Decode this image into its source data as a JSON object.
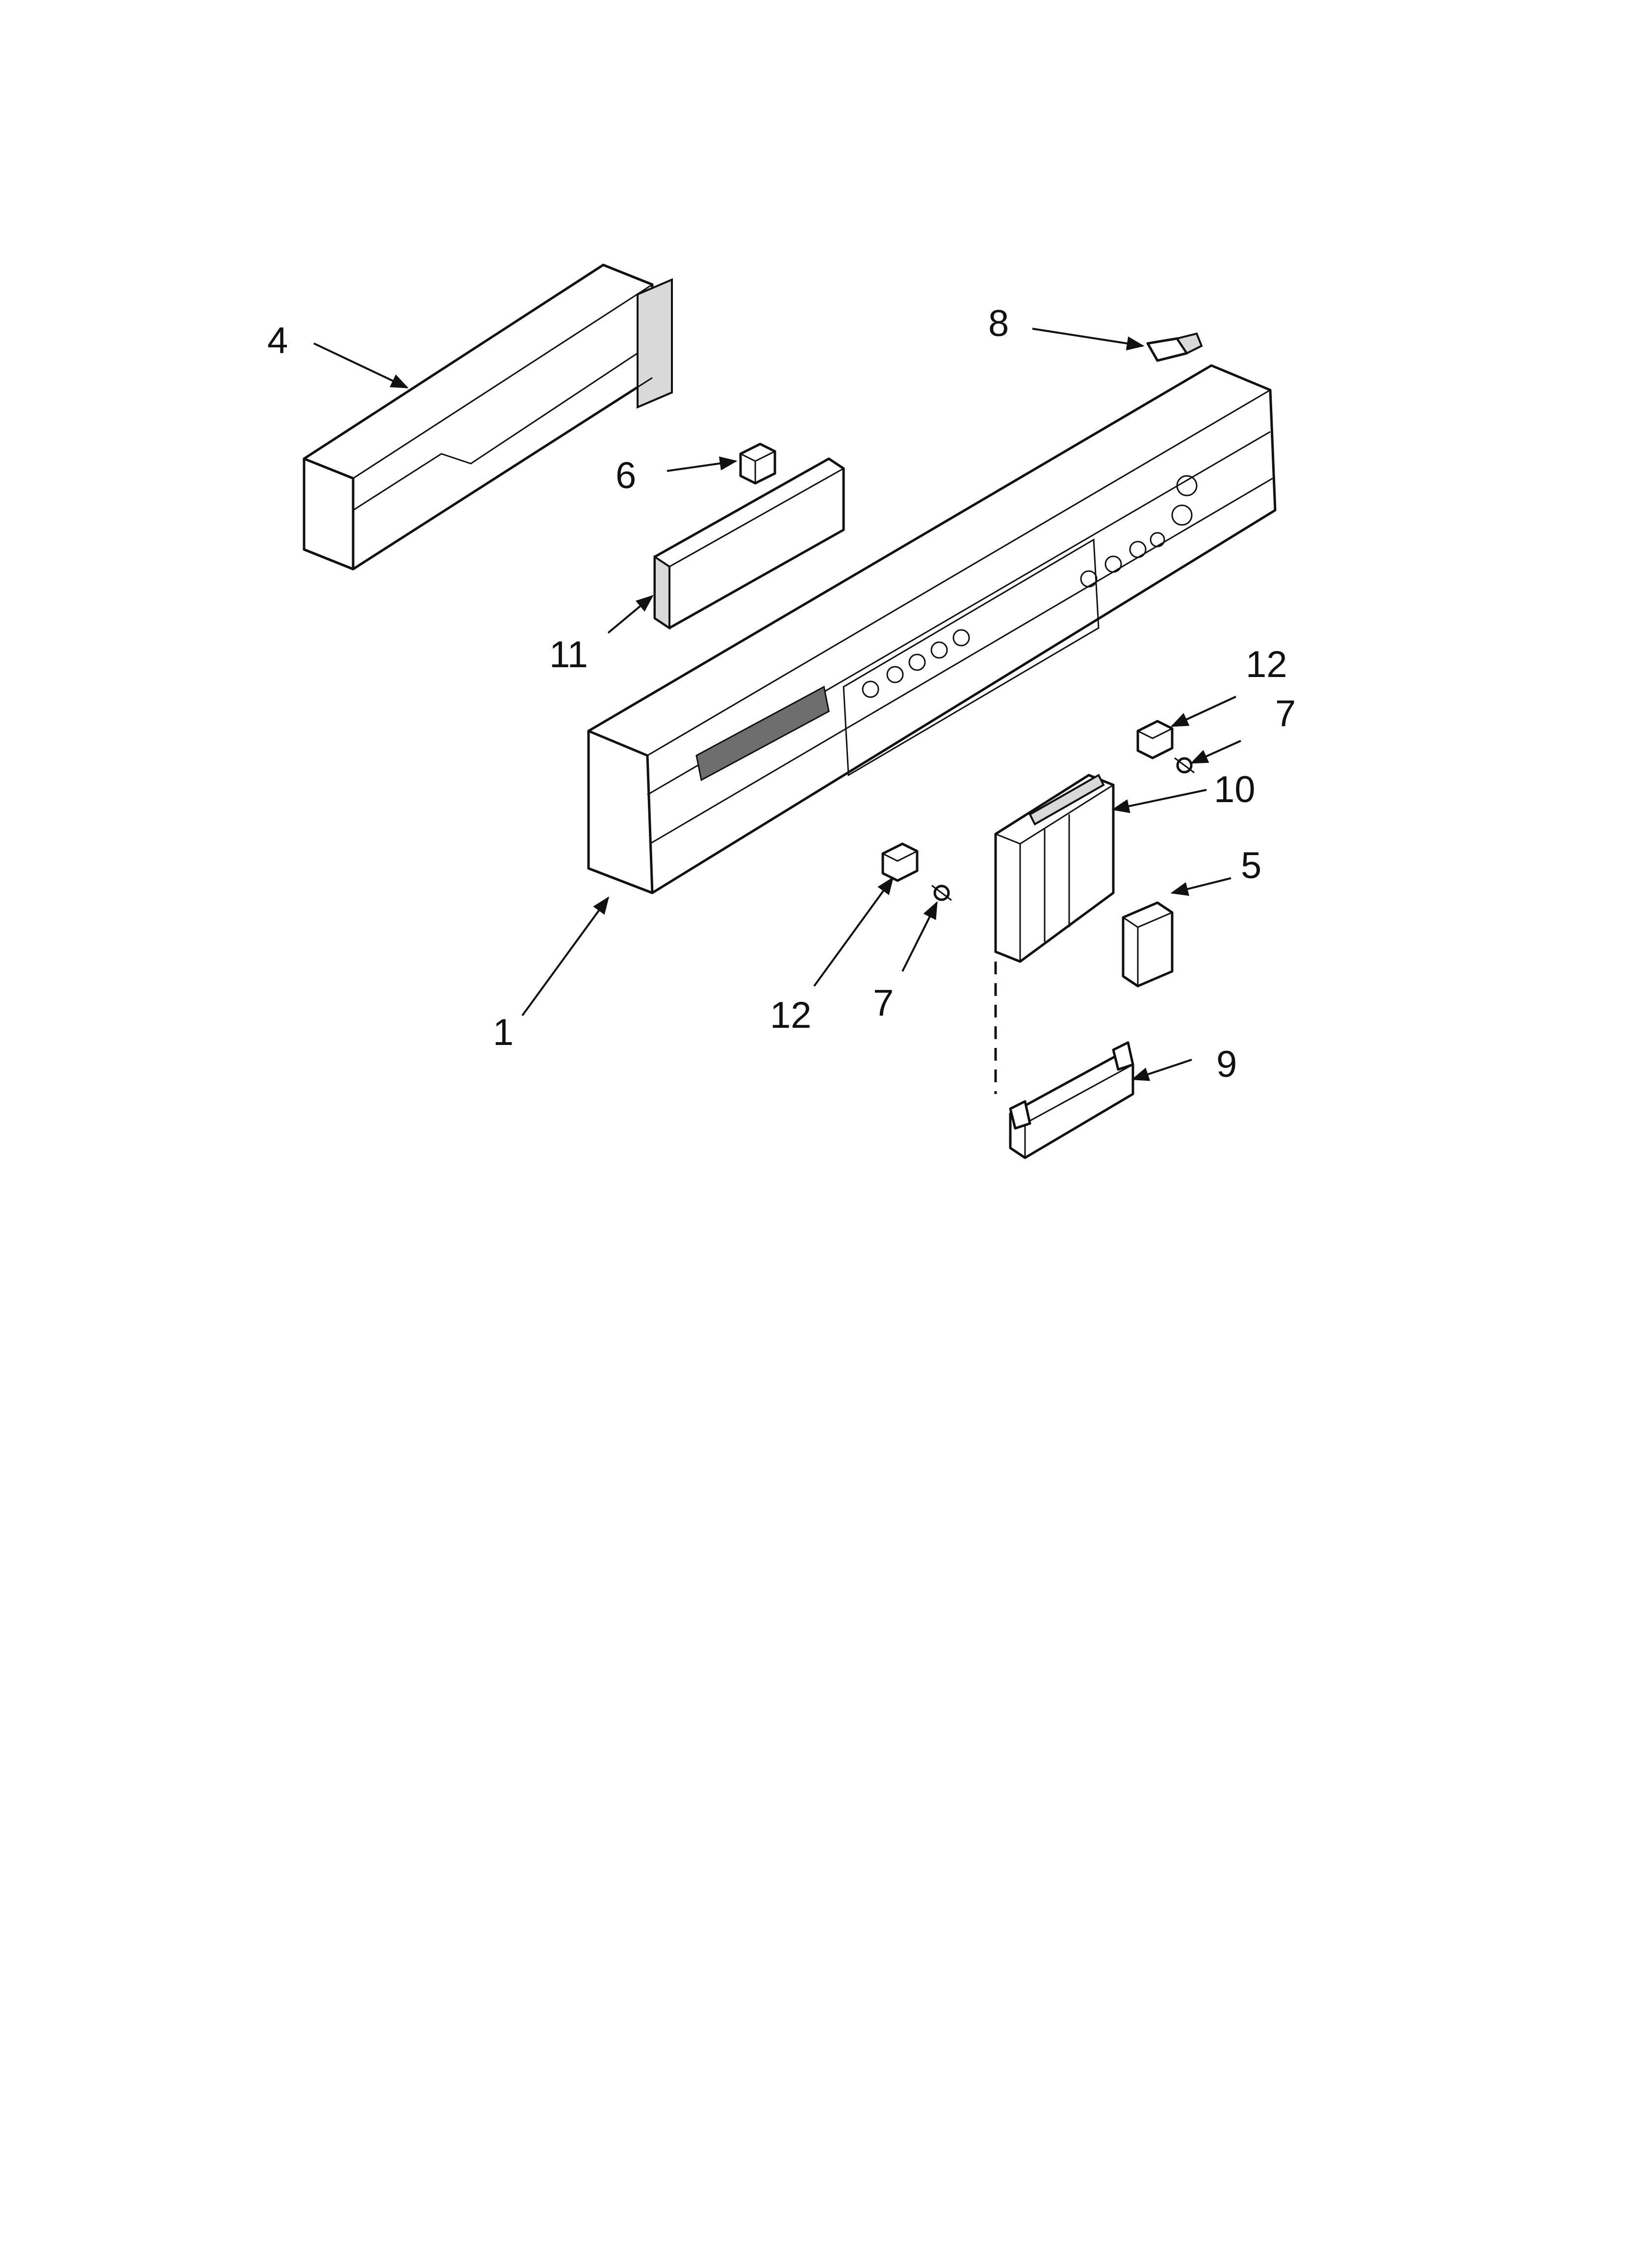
{
  "diagram": {
    "callouts": [
      {
        "id": "c4",
        "label": "4"
      },
      {
        "id": "c6",
        "label": "6"
      },
      {
        "id": "c11",
        "label": "11"
      },
      {
        "id": "c8",
        "label": "8"
      },
      {
        "id": "c1",
        "label": "1"
      },
      {
        "id": "c12a",
        "label": "12"
      },
      {
        "id": "c7a",
        "label": "7"
      },
      {
        "id": "c10",
        "label": "10"
      },
      {
        "id": "c5",
        "label": "5"
      },
      {
        "id": "c12b",
        "label": "12"
      },
      {
        "id": "c7b",
        "label": "7"
      },
      {
        "id": "c9",
        "label": "9"
      }
    ]
  }
}
